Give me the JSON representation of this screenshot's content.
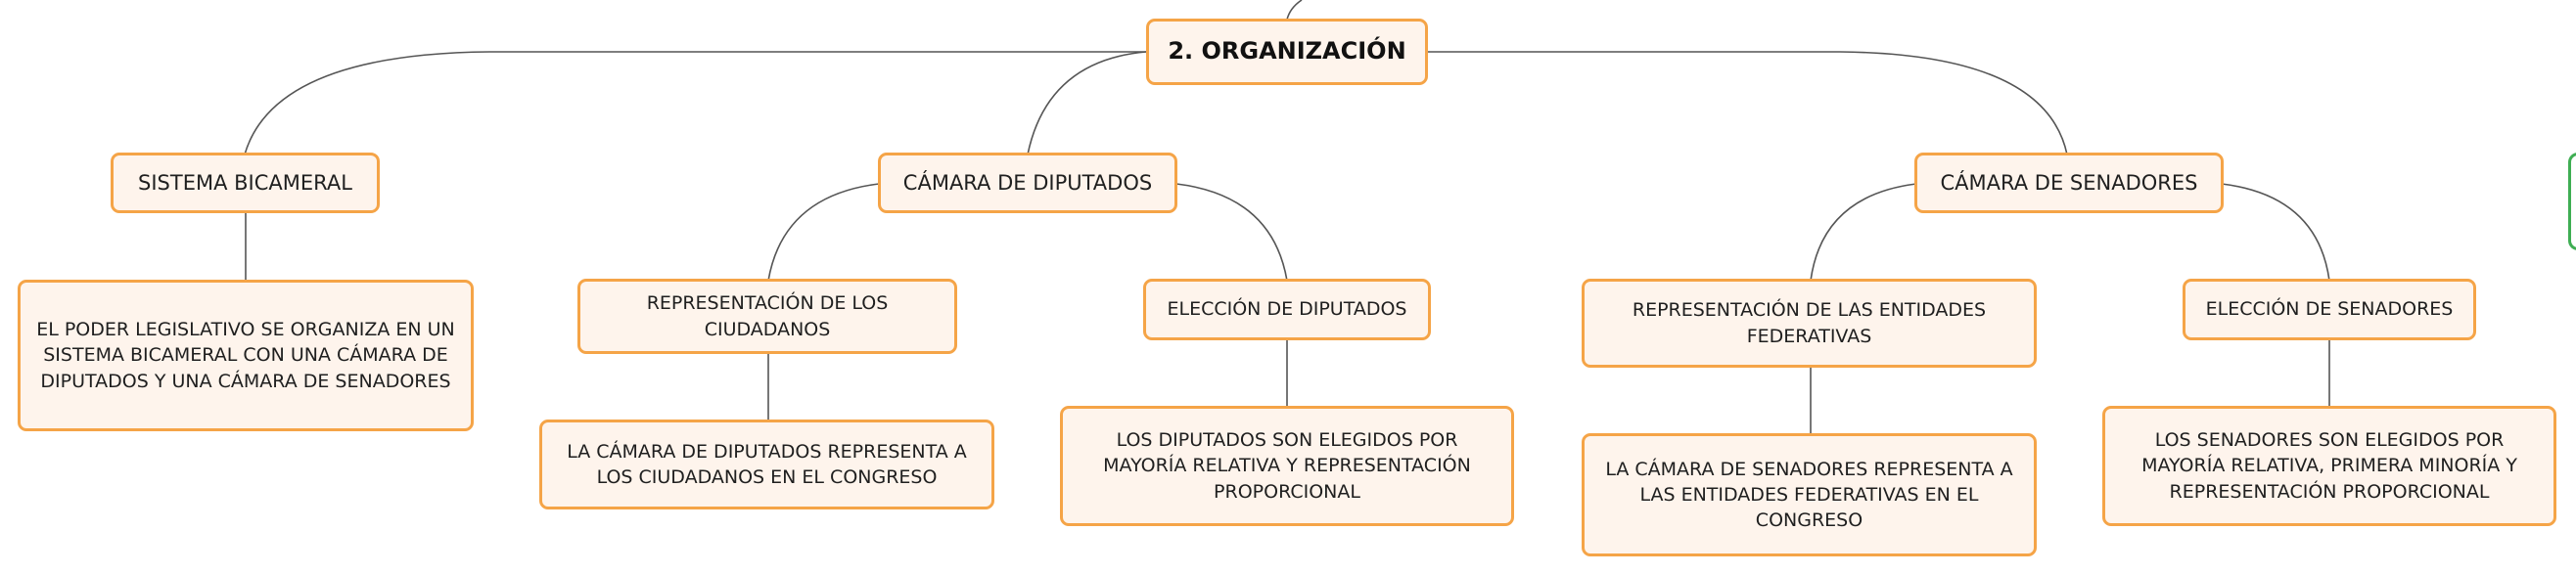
{
  "root": {
    "label": "2. ORGANIZACIÓN"
  },
  "branches": {
    "sistema_bicameral": {
      "label": "SISTEMA BICAMERAL",
      "detail": "EL PODER LEGISLATIVO SE ORGANIZA EN UN SISTEMA BICAMERAL CON UNA CÁMARA DE DIPUTADOS Y UNA CÁMARA DE SENADORES"
    },
    "camara_diputados": {
      "label": "CÁMARA DE DIPUTADOS",
      "representacion": {
        "label": "REPRESENTACIÓN DE LOS CIUDADANOS",
        "detail": "LA CÁMARA DE DIPUTADOS REPRESENTA A LOS CIUDADANOS EN EL CONGRESO"
      },
      "eleccion": {
        "label": "ELECCIÓN DE DIPUTADOS",
        "detail": "LOS DIPUTADOS SON ELEGIDOS POR MAYORÍA RELATIVA Y REPRESENTACIÓN PROPORCIONAL"
      }
    },
    "camara_senadores": {
      "label": "CÁMARA DE SENADORES",
      "representacion": {
        "label": "REPRESENTACIÓN DE LAS ENTIDADES FEDERATIVAS",
        "detail": "LA CÁMARA DE SENADORES REPRESENTA A LAS ENTIDADES FEDERATIVAS EN EL CONGRESO"
      },
      "eleccion": {
        "label": "ELECCIÓN DE SENADORES",
        "detail": "LOS SENADORES SON ELEGIDOS POR MAYORÍA RELATIVA, PRIMERA MINORÍA Y REPRESENTACIÓN PROPORCIONAL"
      }
    }
  },
  "colors": {
    "node_fill": "#fef4ec",
    "node_border": "#f5a447",
    "connector": "#555555",
    "side_tab_border": "#3fae53"
  }
}
